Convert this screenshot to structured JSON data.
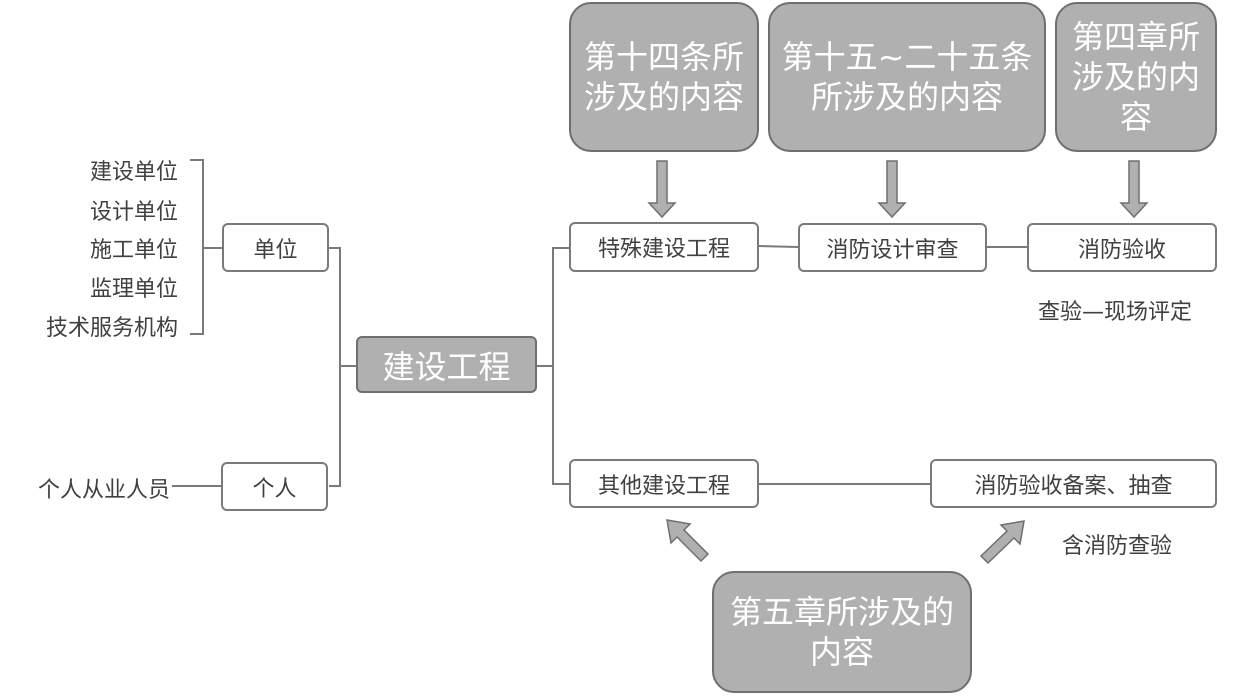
{
  "center": {
    "label": "建设工程"
  },
  "left": {
    "unit": {
      "label": "单位",
      "items": [
        "建设单位",
        "设计单位",
        "施工单位",
        "监理单位",
        "技术服务机构"
      ]
    },
    "person": {
      "label": "个人",
      "items": [
        "个人从业人员"
      ]
    }
  },
  "right": {
    "special": {
      "label": "特殊建设工程"
    },
    "design_review": {
      "label": "消防设计审查"
    },
    "acceptance": {
      "label": "消防验收",
      "note": "查验—现场评定"
    },
    "other": {
      "label": "其他建设工程"
    },
    "filing": {
      "label": "消防验收备案、抽查",
      "note": "含消防查验"
    }
  },
  "sources": {
    "art14": "第十四条所涉及的内容",
    "art15_25": "第十五~二十五条所涉及的内容",
    "ch4": "第四章所涉及的内容",
    "ch5": "第五章所涉及的内容"
  }
}
